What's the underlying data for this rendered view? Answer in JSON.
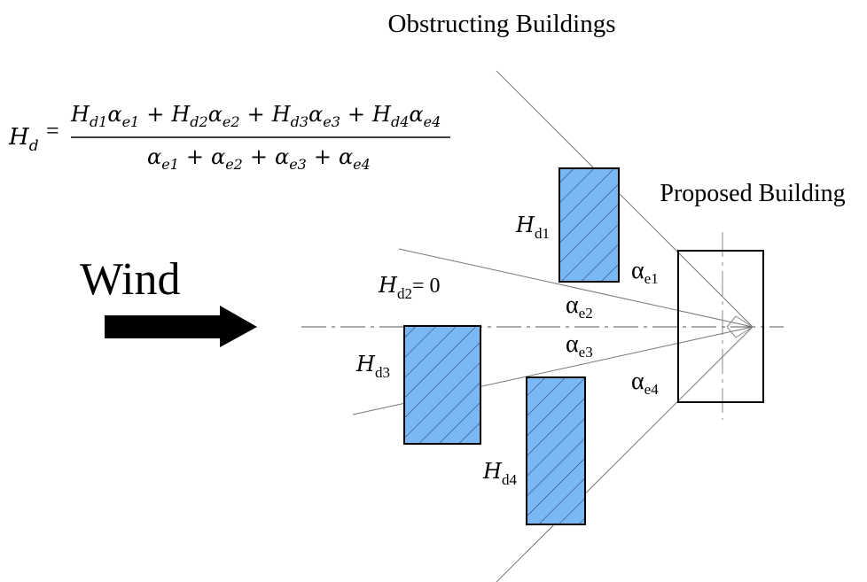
{
  "title": "Obstructing Buildings",
  "proposed_label": "Proposed Building",
  "wind_label": "Wind",
  "formula": {
    "lhs_var": "H",
    "lhs_sub": "d",
    "equals": "=",
    "numerator": [
      {
        "h": "H",
        "hs": "d1",
        "a": "α",
        "as": "e1"
      },
      {
        "h": "H",
        "hs": "d2",
        "a": "α",
        "as": "e2"
      },
      {
        "h": "H",
        "hs": "d3",
        "a": "α",
        "as": "e3"
      },
      {
        "h": "H",
        "hs": "d4",
        "a": "α",
        "as": "e4"
      }
    ],
    "denominator": [
      {
        "a": "α",
        "as": "e1"
      },
      {
        "a": "α",
        "as": "e2"
      },
      {
        "a": "α",
        "as": "e3"
      },
      {
        "a": "α",
        "as": "e4"
      }
    ],
    "plus": "+"
  },
  "labels": {
    "hd1": {
      "main": "H",
      "sub": "d1"
    },
    "hd2": {
      "main": "H",
      "sub": "d2",
      "suffix": "= 0"
    },
    "hd3": {
      "main": "H",
      "sub": "d3"
    },
    "hd4": {
      "main": "H",
      "sub": "d4"
    },
    "ae1": {
      "main": "α",
      "sub": "e1"
    },
    "ae2": {
      "main": "α",
      "sub": "e2"
    },
    "ae3": {
      "main": "α",
      "sub": "e3"
    },
    "ae4": {
      "main": "α",
      "sub": "e4"
    }
  },
  "colors": {
    "building_fill": "#7ab8f5",
    "outline": "#000000",
    "sight_line": "#777777",
    "hatch": "#1f3f6b"
  }
}
